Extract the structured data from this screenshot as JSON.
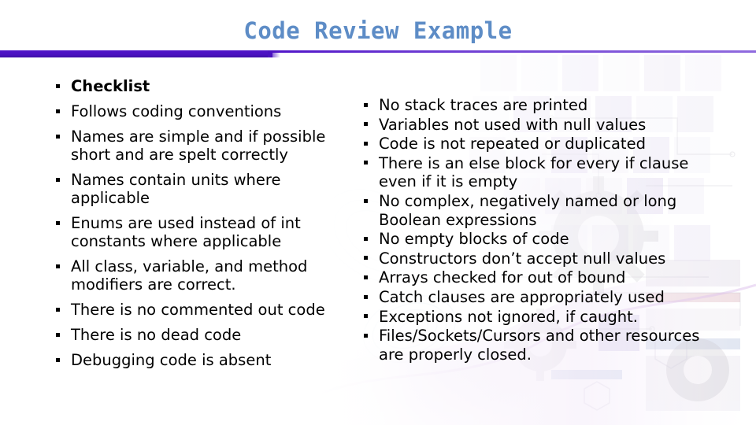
{
  "slide": {
    "title": "Code Review Example",
    "title_color": "#5d8cc6",
    "accent_color": "#5014c8",
    "text_color": "#000000",
    "background_color": "#ffffff"
  },
  "bullet_glyph": "square-bullet",
  "left_column": {
    "items": [
      {
        "text": "Checklist",
        "bold": true
      },
      {
        "text": "Follows coding conventions",
        "bold": false
      },
      {
        "text": "Names are simple and if possible short and are spelt correctly",
        "bold": false
      },
      {
        "text": "Names contain units where applicable",
        "bold": false
      },
      {
        "text": "Enums are used instead of int constants where applicable",
        "bold": false
      },
      {
        "text": "All class, variable, and method modifiers are correct.",
        "bold": false
      },
      {
        "text": "There is no commented out code",
        "bold": false
      },
      {
        "text": "There is no dead code",
        "bold": false
      },
      {
        "text": "Debugging code is absent",
        "bold": false
      }
    ]
  },
  "right_column": {
    "items": [
      {
        "text": "No stack traces are printed",
        "bold": false
      },
      {
        "text": "Variables not used with null values",
        "bold": false
      },
      {
        "text": "Code is not repeated or duplicated",
        "bold": false
      },
      {
        "text": "There is an else block for every if clause even if it is empty",
        "bold": false
      },
      {
        "text": "No complex, negatively named or long Boolean expressions",
        "bold": false
      },
      {
        "text": "No empty blocks of code",
        "bold": false
      },
      {
        "text": "Constructors don’t accept null values",
        "bold": false
      },
      {
        "text": "Arrays checked for out of bound",
        "bold": false
      },
      {
        "text": "Catch clauses are appropriately used",
        "bold": false
      },
      {
        "text": "Exceptions not ignored, if caught.",
        "bold": false
      },
      {
        "text": "Files/Sockets/Cursors and other resources are properly closed.",
        "bold": false
      }
    ]
  }
}
